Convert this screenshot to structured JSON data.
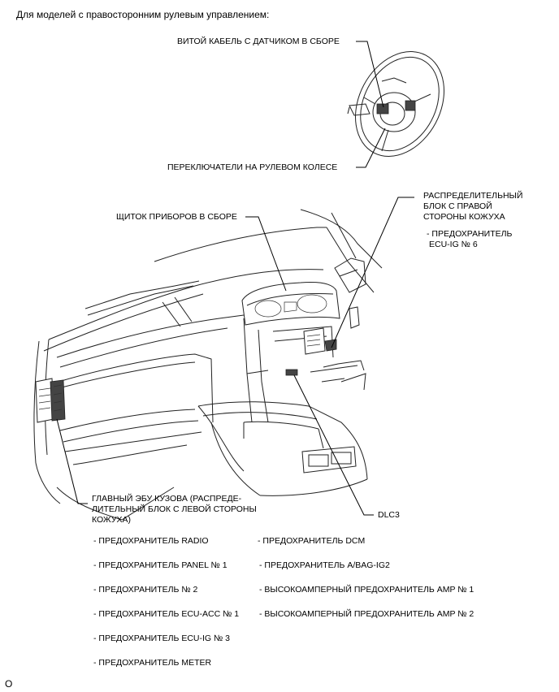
{
  "header": "Для моделей с правосторонним рулевым управлением:",
  "labels": {
    "spiral_cable": "ВИТОЙ КАБЕЛЬ С ДАТЧИКОМ В СБОРЕ",
    "steering_switches": "ПЕРЕКЛЮЧАТЕЛИ НА РУЛЕВОМ КОЛЕСЕ",
    "right_junction_block": [
      "РАСПРЕДЕЛИТЕЛЬНЫЙ",
      "БЛОК С ПРАВОЙ",
      "СТОРОНЫ КОЖУХА"
    ],
    "right_block_fuse": [
      "- ПРЕДОХРАНИТЕЛЬ",
      "ECU-IG № 6"
    ],
    "combination_meter": "ЩИТОК ПРИБОРОВ В СБОРЕ",
    "main_body_ecu": [
      "ГЛАВНЫЙ ЭБУ КУЗОВА (РАСПРЕДЕ-",
      "ЛИТЕЛЬНЫЙ БЛОК С ЛЕВОЙ СТОРОНЫ",
      "КОЖУХА)"
    ],
    "dlc3": "DLC3"
  },
  "fuses_left": [
    "- ПРЕДОХРАНИТЕЛЬ RADIO",
    "- ПРЕДОХРАНИТЕЛЬ PANEL № 1",
    "- ПРЕДОХРАНИТЕЛЬ № 2",
    "- ПРЕДОХРАНИТЕЛЬ ECU-ACC № 1",
    "- ПРЕДОХРАНИТЕЛЬ ECU-IG № 3",
    "- ПРЕДОХРАНИТЕЛЬ METER"
  ],
  "fuses_right": [
    "- ПРЕДОХРАНИТЕЛЬ DCM",
    "- ПРЕДОХРАНИТЕЛЬ A/BAG-IG2",
    "- ВЫСОКОАМПЕРНЫЙ ПРЕДОХРАНИТЕЛЬ AMP № 1",
    "- ВЫСОКОАМПЕРНЫЙ ПРЕДОХРАНИТЕЛЬ AMP № 2"
  ],
  "corner_mark": "O"
}
